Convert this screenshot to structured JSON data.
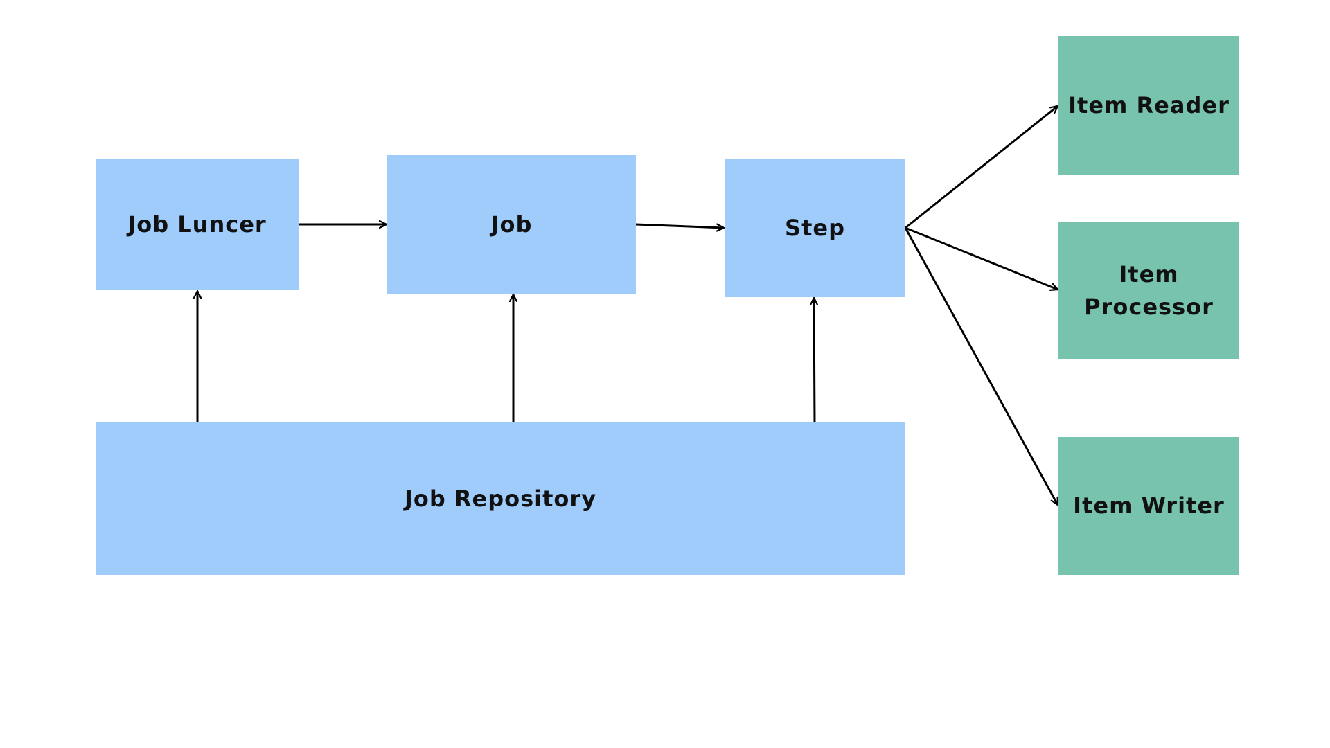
{
  "colors": {
    "core_box": "#a0ccfb",
    "item_box": "#78c3ae",
    "arrow": "#000000",
    "text": "#111111"
  },
  "nodes": {
    "job_launcher": "Job Luncer",
    "job": "Job",
    "step": "Step",
    "job_repository": "Job Repository",
    "item_reader": "Item Reader",
    "item_processor": "Item\nProcessor",
    "item_writer": "Item Writer"
  },
  "edges": [
    {
      "from": "job_launcher",
      "to": "job"
    },
    {
      "from": "job",
      "to": "step"
    },
    {
      "from": "job_repository",
      "to": "job_launcher"
    },
    {
      "from": "job_repository",
      "to": "job"
    },
    {
      "from": "job_repository",
      "to": "step"
    },
    {
      "from": "step",
      "to": "item_reader"
    },
    {
      "from": "step",
      "to": "item_processor"
    },
    {
      "from": "step",
      "to": "item_writer"
    }
  ]
}
